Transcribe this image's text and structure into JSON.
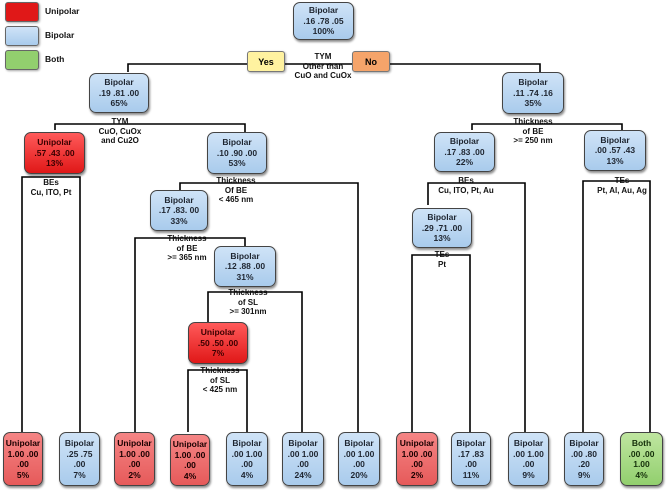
{
  "colors": {
    "unipolar": "#e01818",
    "bipolar": "#a9cbec",
    "both": "#92cf6e",
    "yes": "#fff2a0",
    "no": "#f5a46a"
  },
  "legend": [
    {
      "label": "Unipolar",
      "color": "#e01818"
    },
    {
      "label": "Bipolar",
      "color": "#a9cbec"
    },
    {
      "label": "Both",
      "color": "#92cf6e"
    }
  ],
  "answers": {
    "yes": "Yes",
    "no": "No"
  },
  "nodes": {
    "root": {
      "class": "Bipolar",
      "probs": ".16 .78 .05",
      "share": "100%"
    },
    "L": {
      "class": "Bipolar",
      "probs": ".19 .81 .00",
      "share": "65%"
    },
    "R": {
      "class": "Bipolar",
      "probs": ".11 .74 .16",
      "share": "35%"
    },
    "LL": {
      "class": "Unipolar",
      "probs": ".57 .43 .00",
      "share": "13%"
    },
    "LR": {
      "class": "Bipolar",
      "probs": ".10 .90 .00",
      "share": "53%"
    },
    "LRL": {
      "class": "Bipolar",
      "probs": ".17 .83. 00",
      "share": "33%"
    },
    "LRLR": {
      "class": "Bipolar",
      "probs": ".12 .88 .00",
      "share": "31%"
    },
    "LRLRL": {
      "class": "Unipolar",
      "probs": ".50 .50 .00",
      "share": "7%"
    },
    "RL": {
      "class": "Bipolar",
      "probs": ".17 .83 .00",
      "share": "22%"
    },
    "RLL": {
      "class": "Bipolar",
      "probs": ".29 .71 .00",
      "share": "13%"
    },
    "RR": {
      "class": "Bipolar",
      "probs": ".00 .57 .43",
      "share": "13%"
    }
  },
  "leaves": [
    {
      "class": "Unipolar",
      "l1": "1.00 .00",
      "l2": ".00",
      "share": "5%"
    },
    {
      "class": "Bipolar",
      "l1": ".25 .75",
      "l2": ".00",
      "share": "7%"
    },
    {
      "class": "Unipolar",
      "l1": "1.00 .00",
      "l2": ".00",
      "share": "2%"
    },
    {
      "class": "Unipolar",
      "l1": "1.00 .00",
      "l2": ".00",
      "share": "4%"
    },
    {
      "class": "Bipolar",
      "l1": ".00 1.00",
      "l2": ".00",
      "share": "4%"
    },
    {
      "class": "Bipolar",
      "l1": ".00 1.00",
      "l2": ".00",
      "share": "24%"
    },
    {
      "class": "Bipolar",
      "l1": ".00 1.00",
      "l2": ".00",
      "share": "20%"
    },
    {
      "class": "Unipolar",
      "l1": "1.00 .00",
      "l2": ".00",
      "share": "2%"
    },
    {
      "class": "Bipolar",
      "l1": ".17 .83",
      "l2": ".00",
      "share": "11%"
    },
    {
      "class": "Bipolar",
      "l1": ".00 1.00",
      "l2": ".00",
      "share": "9%"
    },
    {
      "class": "Bipolar",
      "l1": ".00 .80",
      "l2": ".20",
      "share": "9%"
    },
    {
      "class": "Both",
      "l1": ".00 .00",
      "l2": "1.00",
      "share": "4%"
    }
  ],
  "labels": {
    "root_split": [
      "TYM",
      "Other than",
      "CuO and CuOx"
    ],
    "L_split": [
      "TYM",
      "CuO, CuOx",
      "and Cu2O"
    ],
    "R_split": [
      "Thickness",
      "of BE",
      ">= 250 nm"
    ],
    "LL_split": [
      "BEs",
      "Cu, ITO, Pt"
    ],
    "LR_split": [
      "Thickness",
      "Of BE",
      "< 465 nm"
    ],
    "LRL_split": [
      "Thickness",
      "of BE",
      ">= 365 nm"
    ],
    "LRLR_split": [
      "Thickness",
      "of SL",
      ">= 301nm"
    ],
    "LRLRL_split": [
      "Thickness",
      "of SL",
      "< 425 nm"
    ],
    "RL_split": [
      "BEs",
      "Cu, ITO, Pt, Au"
    ],
    "RLL_split": [
      "TEs",
      "Pt"
    ],
    "RR_split": [
      "TEs",
      "Pt, Al, Au, Ag"
    ]
  }
}
